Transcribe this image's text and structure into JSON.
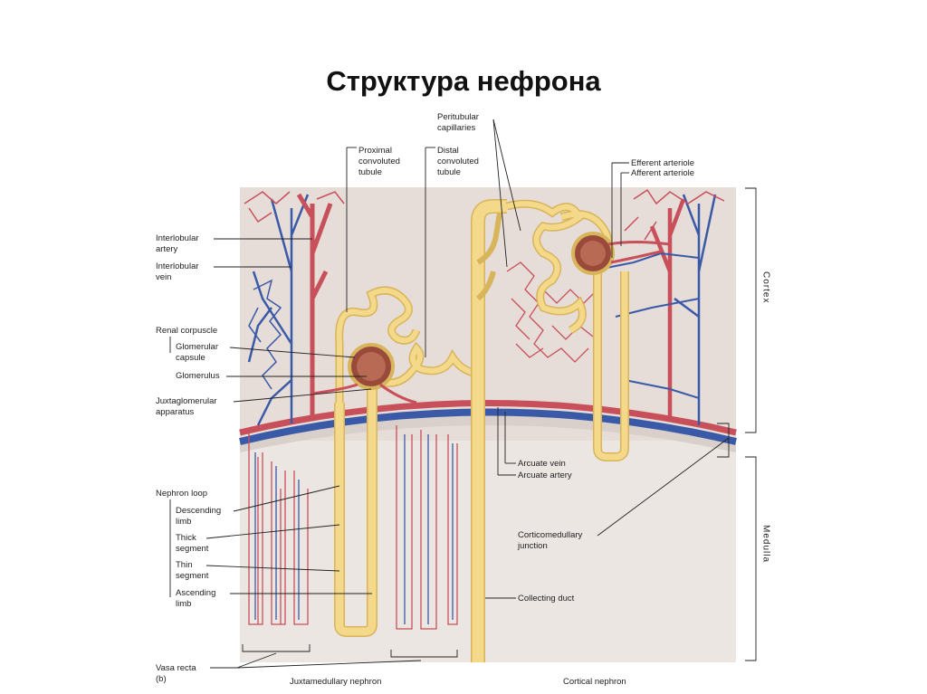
{
  "title": "Структура нефрона",
  "labels": {
    "peritubular_capillaries": [
      "Peritubular",
      "capillaries"
    ],
    "proximal_tubule": [
      "Proximal",
      "convoluted",
      "tubule"
    ],
    "distal_tubule": [
      "Distal",
      "convoluted",
      "tubule"
    ],
    "efferent_arteriole": "Efferent arteriole",
    "afferent_arteriole": "Afferent arteriole",
    "interlobular_artery": [
      "Interlobular",
      "artery"
    ],
    "interlobular_vein": [
      "Interlobular",
      "vein"
    ],
    "renal_corpuscle": "Renal corpuscle",
    "glomerular_capsule": [
      "Glomerular",
      "capsule"
    ],
    "glomerulus": "Glomerulus",
    "juxtaglomerular_apparatus": [
      "Juxtaglomerular",
      "apparatus"
    ],
    "nephron_loop": "Nephron loop",
    "descending_limb": [
      "Descending",
      "limb"
    ],
    "thick_segment": [
      "Thick",
      "segment"
    ],
    "thin_segment": [
      "Thin",
      "segment"
    ],
    "ascending_limb": [
      "Ascending",
      "limb"
    ],
    "vasa_recta": "Vasa recta",
    "arcuate_vein": "Arcuate vein",
    "arcuate_artery": "Arcuate artery",
    "corticomedullary_junction": [
      "Corticomedullary",
      "junction"
    ],
    "collecting_duct": "Collecting duct",
    "figure_letter": "(b)",
    "juxtamedullary_nephron": "Juxtamedullary nephron",
    "cortical_nephron": "Cortical nephron",
    "cortex": "Cortex",
    "medulla": "Medulla"
  },
  "colors": {
    "cortex_bg": "#e6dcd8",
    "medulla_bg": "#ece6e3",
    "artery": "#c8505a",
    "vein": "#3a5aa8",
    "tubule": "#f5d98a",
    "tubule_edge": "#d8b45a",
    "glomerulus": "#9a4a3a"
  }
}
